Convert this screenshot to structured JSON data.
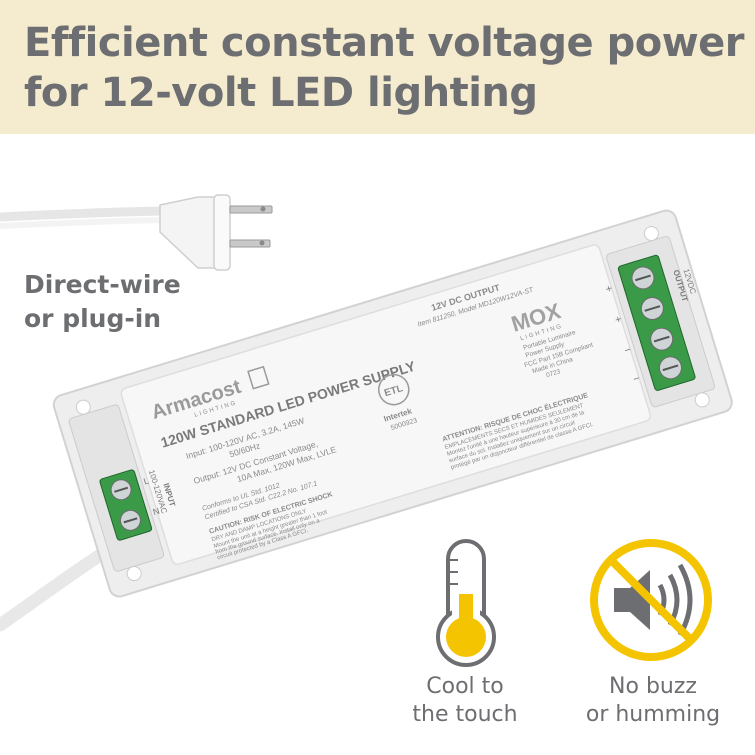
{
  "headline": {
    "line1": "Efficient constant voltage power",
    "line2": "for 12-volt LED lighting"
  },
  "side_label": {
    "line1": "Direct-wire",
    "line2": "or plug-in"
  },
  "product": {
    "brand": "Armacost",
    "brand_sub": "LIGHTING",
    "title": "120W STANDARD LED POWER SUPPLY",
    "input_line1": "Input: 100-120V AC, 3.2A, 145W",
    "input_line2": "50/60Hz",
    "output_line1": "Output: 12V DC Constant Voltage,",
    "output_line2": "10A Max, 120W Max, LVLE",
    "conforms_line1": "Conforms to UL Std. 1012",
    "conforms_line2": "Certified to CSA Std. C22.2 No. 107.1",
    "caution_line1": "CAUTION: RISK OF ELECTRIC SHOCK",
    "caution_line2": "DRY AND DAMP LOCATIONS ONLY",
    "caution_line3": "Mount the unit at a height greater than 1 foot",
    "caution_line4": "from the ground surface. Install only on a",
    "caution_line5": "circuit protected by a Class A GFCI.",
    "output_header": "12V DC OUTPUT",
    "item_line": "Item 811250, Model MD120W12VA-ST",
    "mx_logo": "MOX",
    "mx_sub": "LIGHTING",
    "mx_line1": "Portable Luminaire",
    "mx_line2": "Power Supply",
    "mx_line3": "FCC Part 15B Compliant",
    "mx_line4": "Made in China",
    "mx_line5": "0723",
    "etl_mark": "ETL",
    "intertek": "Intertek",
    "intertek_no": "5000923",
    "attention_line1": "ATTENTION: RISQUE DE CHOC ÉLECTRIQUE",
    "attention_line2": "EMPLACEMENTS SECS ET HUMIDES SEULEMENT",
    "attention_line3": "Montez l'unité à une hauteur supérieure à 30 cm de la",
    "attention_line4": "surface du sol. Installez uniquement sur un circuit",
    "attention_line5": "protégé par un disjoncteur différentiel de classe A GFCI.",
    "input_label": "INPUT",
    "input_voltage": "100-120VAC",
    "terminal_l": "L",
    "terminal_n": "N",
    "output_label": "OUTPUT",
    "output_voltage": "12VDC",
    "plus_sign": "+",
    "minus_sign": "−"
  },
  "features": [
    {
      "caption_line1": "Cool to",
      "caption_line2": "the touch",
      "icon": "thermometer-icon"
    },
    {
      "caption_line1": "No buzz",
      "caption_line2": "or humming",
      "icon": "no-sound-icon"
    }
  ],
  "colors": {
    "banner": "#f5ebcf",
    "heading_text": "#6d6e71",
    "accent_yellow": "#f5c400",
    "terminal_green": "#3a9a48"
  }
}
